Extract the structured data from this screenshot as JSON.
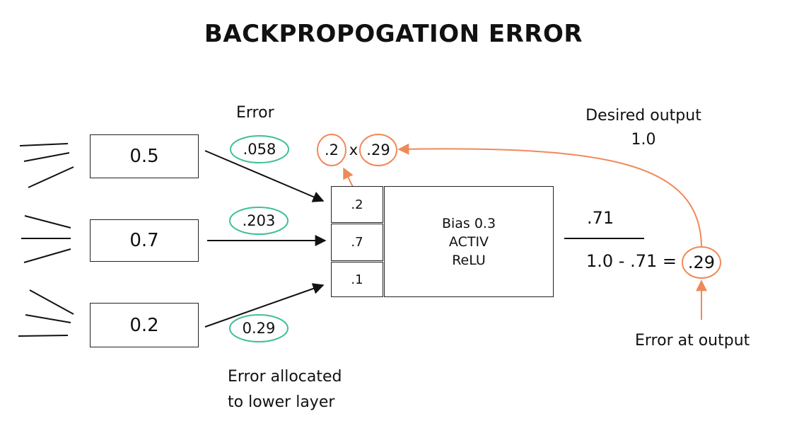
{
  "title": "BACKPROPOGATION ERROR",
  "error_heading": "Error",
  "inputs": [
    "0.5",
    "0.7",
    "0.2"
  ],
  "input_errors": [
    ".058",
    ".203",
    "0.29"
  ],
  "weights": [
    ".2",
    ".7",
    ".1"
  ],
  "neuron": {
    "line1": "Bias 0.3",
    "line2": "ACTIV",
    "line3": "ReLU"
  },
  "product": {
    "left": ".2",
    "op": "x",
    "right": ".29"
  },
  "desired": {
    "line1": "Desired output",
    "line2": "1.0"
  },
  "output_value": ".71",
  "equation": "1.0 - .71 =",
  "output_error": ".29",
  "error_at_output": "Error at output",
  "allocated": {
    "line1": "Error allocated",
    "line2": "to lower layer"
  },
  "colors": {
    "orange": "#f0895a",
    "green": "#3fbf9b",
    "ink": "#111111"
  }
}
